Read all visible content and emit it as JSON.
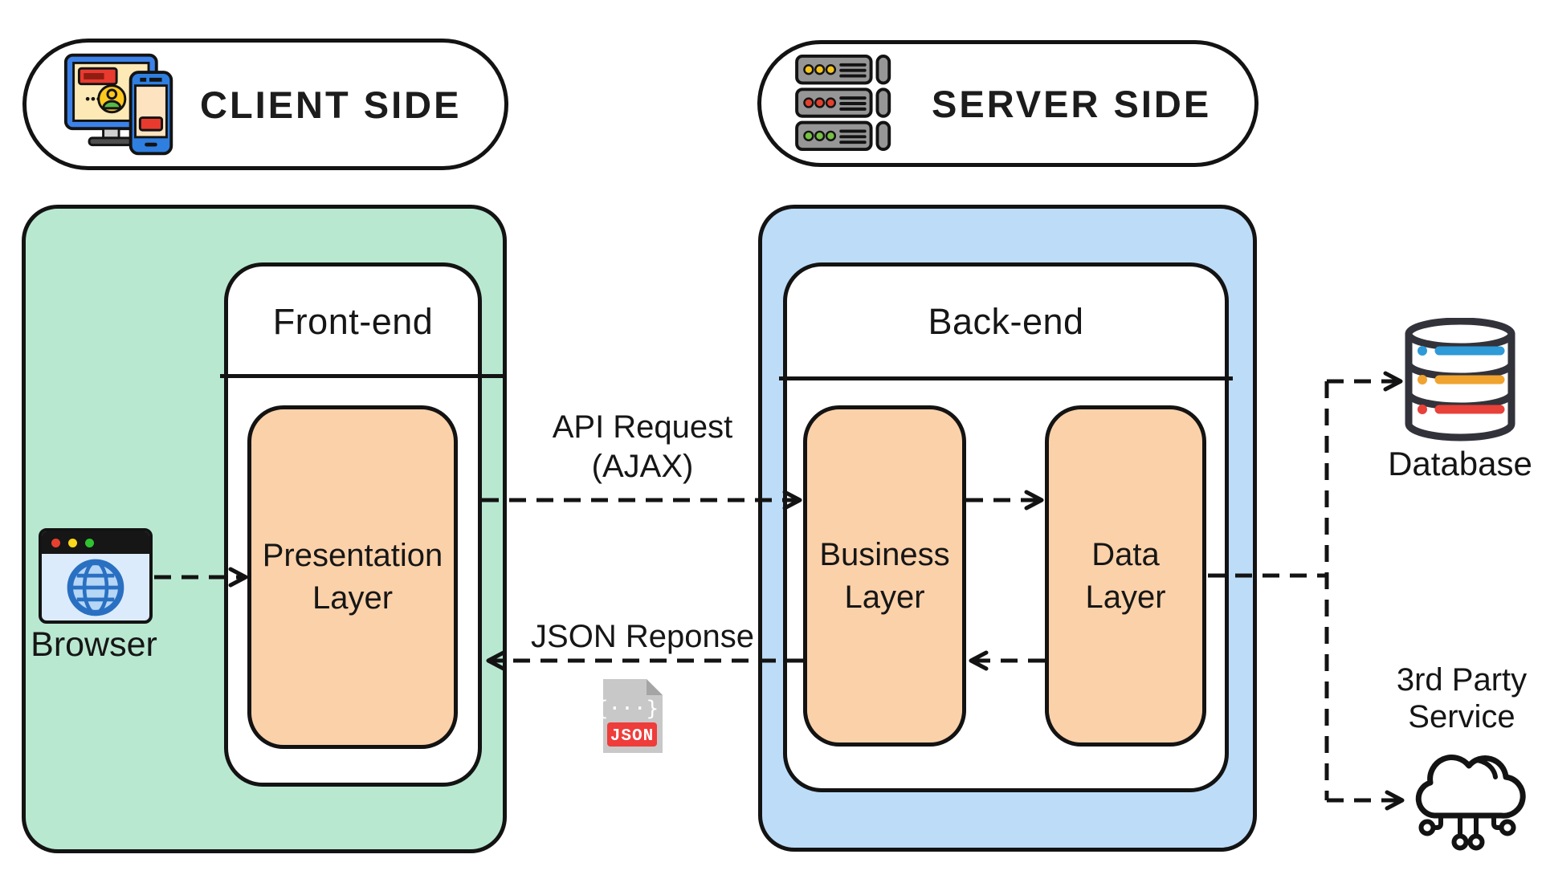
{
  "header": {
    "client": {
      "label": "CLIENT SIDE",
      "icon": "client-devices-icon"
    },
    "server": {
      "label": "SERVER SIDE",
      "icon": "server-stack-icon"
    }
  },
  "frontend": {
    "title": "Front-end",
    "layer": {
      "line1": "Presentation",
      "line2": "Layer"
    },
    "browser": {
      "label": "Browser",
      "icon": "browser-window-icon"
    }
  },
  "backend": {
    "title": "Back-end",
    "business_layer": {
      "line1": "Business",
      "line2": "Layer"
    },
    "data_layer": {
      "line1": "Data",
      "line2": "Layer"
    }
  },
  "connections": {
    "api_request": {
      "line1": "API Request",
      "line2": "(AJAX)"
    },
    "json_response": {
      "label": "JSON Reponse"
    },
    "json_file": {
      "glyph": "{···}",
      "badge": "JSON",
      "icon": "json-file-icon"
    }
  },
  "external": {
    "database": {
      "label": "Database",
      "icon": "database-icon"
    },
    "third_party": {
      "line1": "3rd Party",
      "line2": "Service",
      "icon": "cloud-circuit-icon"
    }
  },
  "colors": {
    "panel_green": "#b9e8d1",
    "panel_blue": "#bddcf8",
    "layer_orange": "#fbd1a9",
    "outline_black": "#131313",
    "json_badge_red": "#ee3d3a",
    "database_blue": "#2e9ad8",
    "database_orange": "#f0a32f",
    "database_red": "#e8413a"
  }
}
